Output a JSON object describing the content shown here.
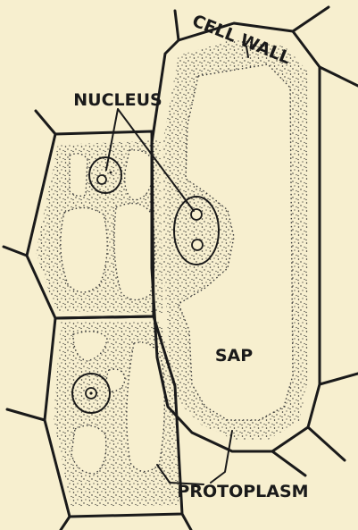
{
  "labels": {
    "cell_wall": "CELL WALL",
    "nucleus": "NUCLEUS",
    "sap": "SAP",
    "protoplasm": "PROTOPLASM"
  },
  "colors": {
    "background": "#f7efcf",
    "ink": "#1a1a1a"
  }
}
